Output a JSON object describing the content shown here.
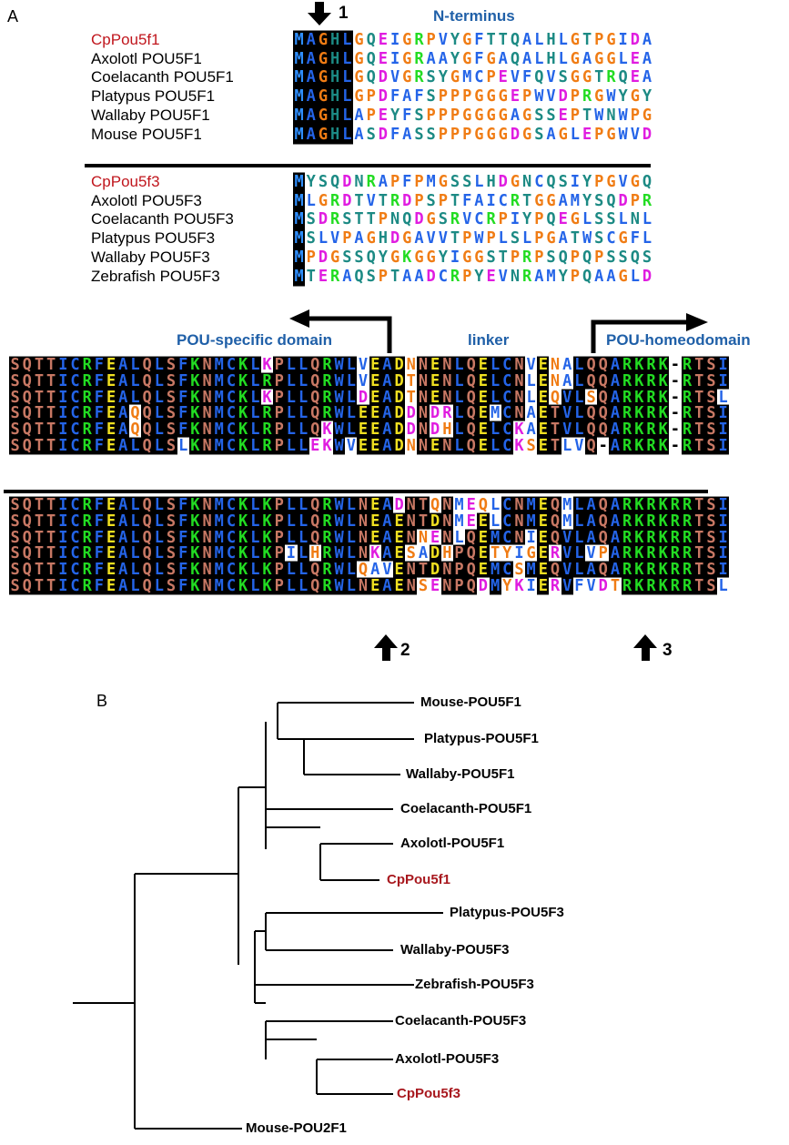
{
  "panels": {
    "a": "A",
    "b": "B"
  },
  "alignment_top": {
    "domain_label": "N-terminus",
    "pou5f1_species": [
      {
        "name": "CpPou5f1",
        "highlight": true
      },
      {
        "name": "Axolotl POU5F1",
        "highlight": false
      },
      {
        "name": "Coelacanth POU5F1",
        "highlight": false
      },
      {
        "name": "Platypus POU5F1",
        "highlight": false
      },
      {
        "name": "Wallaby POU5F1",
        "highlight": false
      },
      {
        "name": "Mouse POU5F1",
        "highlight": false
      }
    ],
    "pou5f1_sequences": [
      "MAGHLGQEIGRPVYGFTTQALHLGTPGIDA",
      "MAGHLGQEIGRAAYGFGAQALHLGAGGLEA",
      "MAGHLGQDVGRSYGMCPEVFQVSGGTRQEA",
      "MAGHLGPDFAFSPPPGGGEPWVDPRGWYGY",
      "MAGHLAPEYFSPPPGGGGAGSSEPTWNWPG",
      "MAGHLASDFASSPPPGGGDGSAGLEPGWVD"
    ],
    "pou5f3_species": [
      {
        "name": "CpPou5f3",
        "highlight": true
      },
      {
        "name": "Axolotl POU5F3",
        "highlight": false
      },
      {
        "name": "Coelacanth POU5F3",
        "highlight": false
      },
      {
        "name": "Platypus POU5F3",
        "highlight": false
      },
      {
        "name": "Wallaby POU5F3",
        "highlight": false
      },
      {
        "name": "Zebrafish POU5F3",
        "highlight": false
      }
    ],
    "pou5f3_sequences": [
      "MYSQDNRAPFPMGSSLHDGNCQSIYPGVGQ",
      "MLGRDTVTRDPSPTFAICRTGGAMYSQDPR",
      "MSDRSTTPNQDGSRVCRPIYPQEGLSSLNL",
      "MSLVPAGHDGAVVTPWPLSLPGATWSCGFL",
      "MPDGSSQYGKGGYIGGSTPRPSQPQPSSQS",
      "MTERAQSPTAADCRPYEVNRAMYPQAAGLD"
    ],
    "arrow_1": "1"
  },
  "alignment_bottom": {
    "domain_labels": {
      "pou_specific": "POU-specific domain",
      "linker": "linker",
      "pou_homeodomain": "POU-homeodomain"
    },
    "block1_sequences": [
      "SQTTICRFEALQLSFKNMCKLKPLLQRWLVEADNNENLQELCNVENALQQARKRK-RTSI",
      "SQTTICRFEALQLSFKNMCKLRPLLQRWLVEADTNENLQELCNLENALQQARKRK-RTSI",
      "SQTTICRFEALQLSFKNMCKLKPLLQRWLDEADTNENLQELCNLEQVLSQARKRK-RTSL",
      "SQTTICRFEAQQLSFKNMCKLRPLLQRWLEEADDNDRLQEMCNAETVLQQARKRK-RTSI",
      "SQTTICRFEAQQLSFKNMCKLRPLLQKWLEEADDNDHLQELCKAETVLQQARKRK-RTSI",
      "SQTTICRFEALQLSLKNMCKLRPLLEKWVEEADNNENLQELCKSETLVQ-ARKRK-RTSI"
    ],
    "block2_sequences": [
      "SQTTICRFEALQLSFKNMCKLKPLLQRWLNEADNTQNMEQLCNMEQMLAQARKRKRRTSI",
      "SQTTICRFEALQLSFKNMCKLKPLLQRWLNEAENTDNMEELCNMEQMLAQARKRKRRTSI",
      "SQTTICRFEALQLSFKNMCKLKPLLQRWLNEAENNENLQEMCNIEQVLAQARKRKRRTSI",
      "SQTTICRFEALQLSFKNMCKLKPILHRWLNKAESADHPQETYIGERVLVPARKRKRRTSI",
      "SQTTICRFEALQLSFKNMCKLKPLLQRWLQAVENTDNPQEMCSMEQVLAQARKRKRRTSI",
      "SQTTICRFEALQLSFKNMCKLKPLLQRWLNEAENSENPQDMYKIERVFVDTRKRKRRTSL"
    ],
    "arrow_2": "2",
    "arrow_3": "3"
  },
  "tree": {
    "leaves": [
      {
        "name": "Mouse-POU5F1",
        "highlight": false
      },
      {
        "name": "Platypus-POU5F1",
        "highlight": false
      },
      {
        "name": "Wallaby-POU5F1",
        "highlight": false
      },
      {
        "name": "Coelacanth-POU5F1",
        "highlight": false
      },
      {
        "name": "Axolotl-POU5F1",
        "highlight": false
      },
      {
        "name": "CpPou5f1",
        "highlight": true
      },
      {
        "name": "Platypus-POU5F3",
        "highlight": false
      },
      {
        "name": "Wallaby-POU5F3",
        "highlight": false
      },
      {
        "name": "Zebrafish-POU5F3",
        "highlight": false
      },
      {
        "name": "Coelacanth-POU5F3",
        "highlight": false
      },
      {
        "name": "Axolotl-POU5F3",
        "highlight": false
      },
      {
        "name": "CpPou5f3",
        "highlight": true
      },
      {
        "name": "Mouse-POU2F1",
        "highlight": false
      }
    ],
    "colors": {
      "label_highlight": "#a8181e",
      "line": "#000000"
    }
  },
  "colors": {
    "species_highlight": "#c0161d",
    "domain_label": "#2060a8",
    "residue_pink": "#c87864",
    "residue_blue": "#2464e8",
    "residue_orange": "#f07c14",
    "residue_teal": "#1c8a84",
    "residue_magenta": "#e01ce0",
    "residue_green": "#22dc22",
    "residue_yellow": "#f0e020",
    "residue_dark": "#5a3c3c"
  }
}
